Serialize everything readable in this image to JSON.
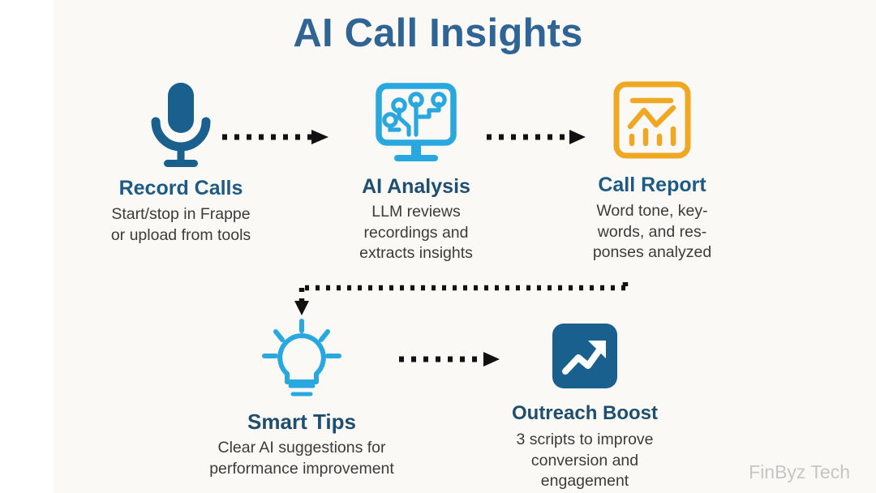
{
  "page": {
    "title": "AI Call Insights",
    "watermark": "FinByz Tech",
    "background": "#faf9f6",
    "title_color": "#2f6494"
  },
  "colors": {
    "dark_blue": "#19608f",
    "cyan": "#29a8e0",
    "orange": "#efa824",
    "heading_blue": "#1e5a86",
    "heading_navy": "#1f4e6e",
    "body_text": "#3b3b3b",
    "arrow": "#111111",
    "watermark": "#c6c6c6"
  },
  "steps": [
    {
      "id": "record-calls",
      "icon": "microphone-icon",
      "icon_color": "#19608f",
      "title": "Record Calls",
      "desc_lines": [
        "Start/stop in Frappe",
        "or upload from tools"
      ]
    },
    {
      "id": "ai-analysis",
      "icon": "ai-monitor-icon",
      "icon_color": "#29a8e0",
      "title": "AI Analysis",
      "desc_lines": [
        "LLM reviews",
        "recordings and",
        "extracts insights"
      ]
    },
    {
      "id": "call-report",
      "icon": "chart-report-icon",
      "icon_color": "#efa824",
      "title": "Call Report",
      "desc_lines": [
        "Word tone, key-",
        "words, and res-",
        "ponses analyzed"
      ]
    },
    {
      "id": "smart-tips",
      "icon": "lightbulb-icon",
      "icon_color": "#29a8e0",
      "title": "Smart Tips",
      "desc_lines": [
        "Clear AI suggestions for",
        "performance improvement"
      ]
    },
    {
      "id": "outreach-boost",
      "icon": "trending-up-icon",
      "icon_color": "#19608f",
      "title": "Outreach Boost",
      "desc_lines": [
        "3 scripts to improve",
        "conversion and",
        "engagement"
      ]
    }
  ],
  "connectors": [
    {
      "id": "record-to-analysis",
      "style": "dotted-arrow-right"
    },
    {
      "id": "analysis-to-report",
      "style": "dotted-arrow-right"
    },
    {
      "id": "report-to-tips",
      "style": "dotted-elbow-down-left"
    },
    {
      "id": "tips-to-outreach",
      "style": "dotted-arrow-right"
    }
  ]
}
